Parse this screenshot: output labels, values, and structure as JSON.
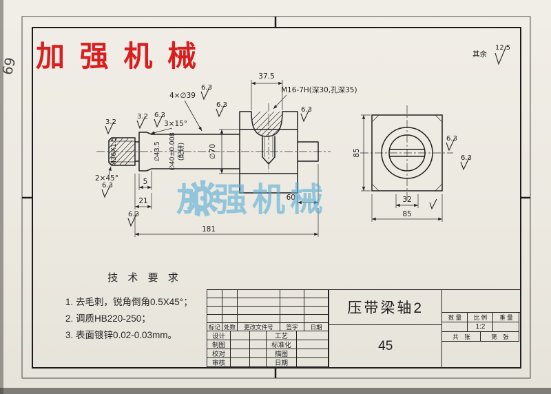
{
  "scan": {
    "corner_note": "69"
  },
  "logo": {
    "text": "加 强 机 械",
    "color": "#d81e1e"
  },
  "watermark": {
    "text": "加强机械",
    "color": "#58aed6"
  },
  "general_finish": {
    "label": "其余",
    "value": "12.5"
  },
  "finish_values": {
    "v32": "3.2",
    "v63": "6.3"
  },
  "dims": {
    "notch_width": "37.5",
    "holes": "4×∅39",
    "tapped_hole": "M16-7H(深30,孔深35)",
    "collar_chamfer": "3×15°",
    "thread": "M36X1.5",
    "dia_collar": "∅43.5",
    "dia_fit": "∅40±0.008",
    "fit_note": "(配研)",
    "dia_bore": "∅70",
    "end_chamfer": "2×45°",
    "len_collar": "5",
    "len_21": "21",
    "len_60": "60",
    "len_total": "181",
    "sq_side_v": "85",
    "slot_width": "32",
    "sq_side_h": "85"
  },
  "tech_req": {
    "title": "技 术 要 求",
    "item1": "1. 去毛刺，锐角倒角0.5X45°；",
    "item2": "2. 调质HB220-250；",
    "item3": "3. 表面镀锌0.02-0.03mm。"
  },
  "title_block": {
    "part_name": "压带梁轴2",
    "material": "45",
    "qty_label": "数 量",
    "scale_label": "比 例",
    "weight_label": "重 量",
    "scale_value": "1:2",
    "sheets_total": "共　张",
    "sheet_no": "第　张",
    "rev_headers": [
      "标记",
      "处数",
      "更改文件号",
      "签字",
      "日期"
    ],
    "roles_left": [
      "设计",
      "制图",
      "校对",
      "审核"
    ],
    "roles_right": [
      "工艺",
      "标准化",
      "描图",
      "日期"
    ]
  }
}
